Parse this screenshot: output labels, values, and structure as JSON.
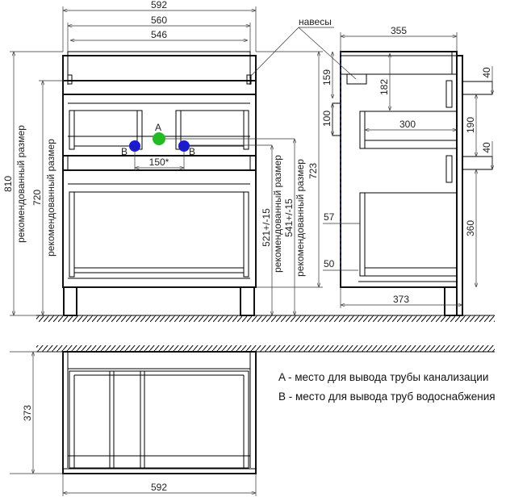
{
  "labels": {
    "hinges": "навесы",
    "recommended": "рекомендованный размер",
    "point_a": "A",
    "point_b": "B"
  },
  "front_view": {
    "width_total": "592",
    "width_inner": "560",
    "width_drawer": "546",
    "height_total": "810",
    "height_recommended": "720",
    "pipe_spacing": "150*",
    "height_water": "521+/-15",
    "height_drain": "541+/-15",
    "height_body": "723"
  },
  "side_view": {
    "depth": "355",
    "depth_total": "373",
    "dim_159": "159",
    "dim_100": "100",
    "dim_182": "182",
    "dim_300": "300",
    "dim_40_top": "40",
    "dim_190": "190",
    "dim_40_bottom": "40",
    "dim_360": "360",
    "dim_57": "57",
    "dim_50": "50"
  },
  "top_view": {
    "depth": "373",
    "width": "592"
  },
  "legend": {
    "a": "A - место для вывода трубы канализации",
    "b": "B - место для вывода труб водоснабжения"
  },
  "colors": {
    "drain": "#22bb22",
    "water": "#1a1ad6",
    "dashed": "#3333cc"
  }
}
